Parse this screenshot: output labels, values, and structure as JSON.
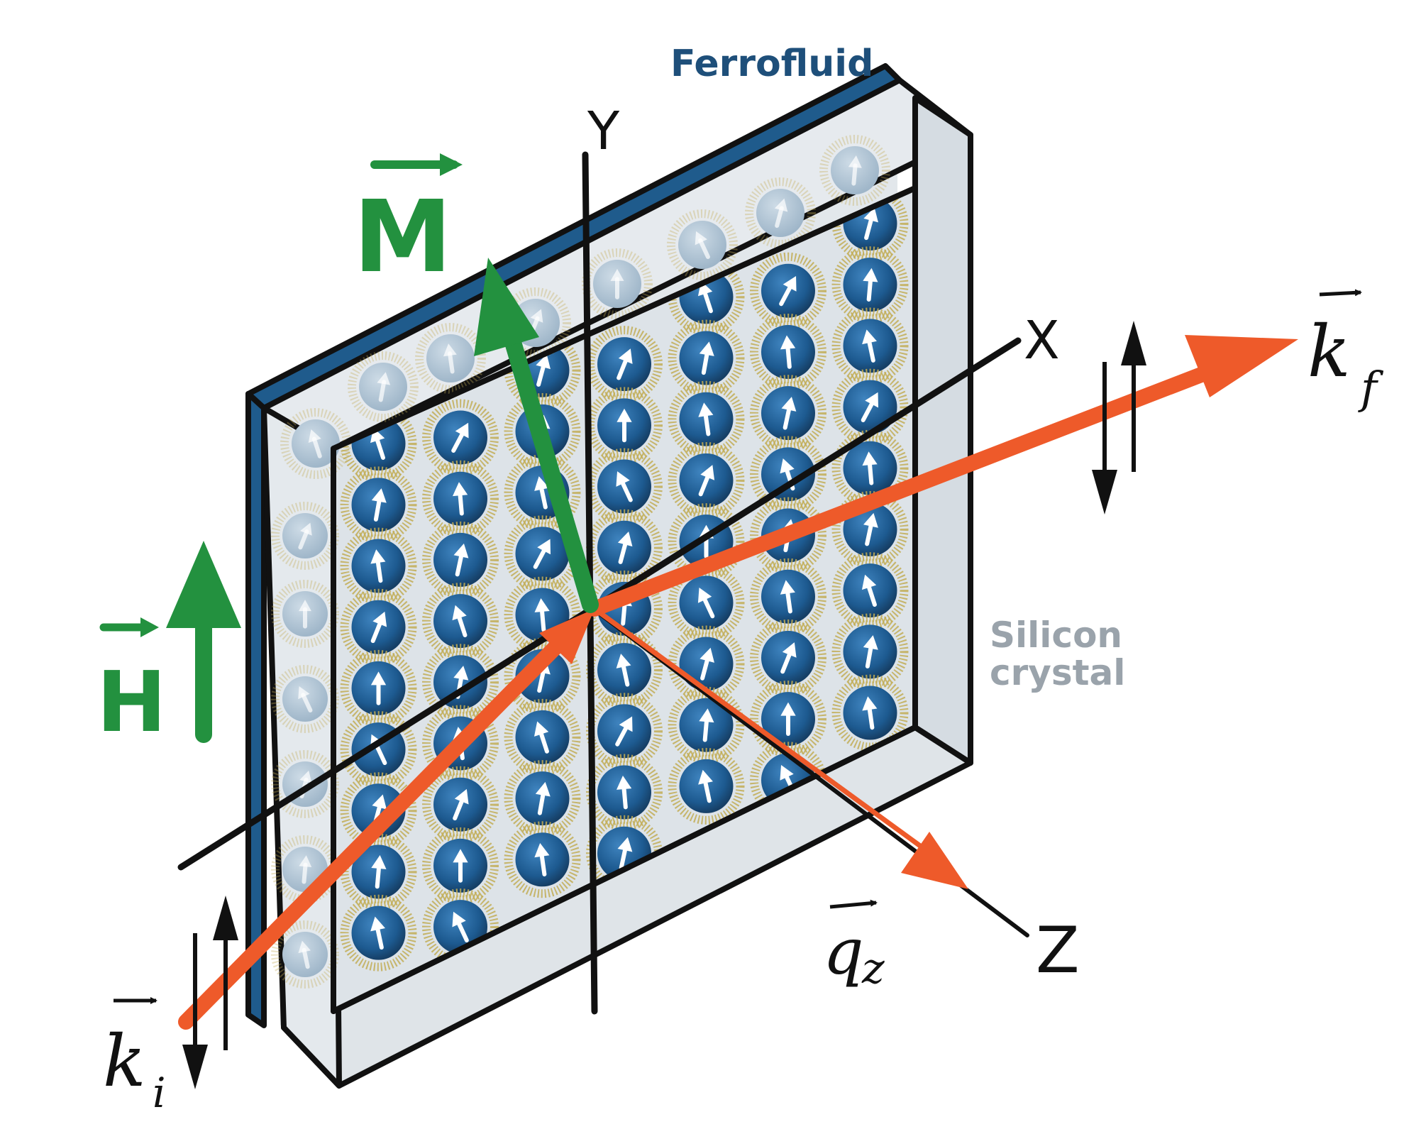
{
  "labels": {
    "ferrofluid": "Ferrofluid",
    "silicon_line1": "Silicon",
    "silicon_line2": "crystal",
    "axis_x": "X",
    "axis_y": "Y",
    "axis_z": "Z",
    "magnetization": "M",
    "field": "H",
    "k_incident": "k",
    "k_incident_sub": "i",
    "k_final": "k",
    "k_final_sub": "f",
    "q": "q",
    "q_sub": "z"
  },
  "colors": {
    "ferrofluid_label": "#1e4f7a",
    "ferrofluid_layer": "#1f5b8c",
    "silicon_label": "#9aa3ab",
    "glass_face": "#dde3e8",
    "glass_side": "#e6eaee",
    "particle": "#1d5a90",
    "particle_faded": "#a9c0d3",
    "corona": "#c2ad55",
    "magnetic_vectors": "#23913f",
    "beam": "#ee5a2a",
    "lines": "#111111"
  },
  "icons": {
    "moment_arrow": "arrow-up-icon",
    "spin_up": "arrow-up-icon",
    "spin_down": "arrow-down-icon"
  }
}
